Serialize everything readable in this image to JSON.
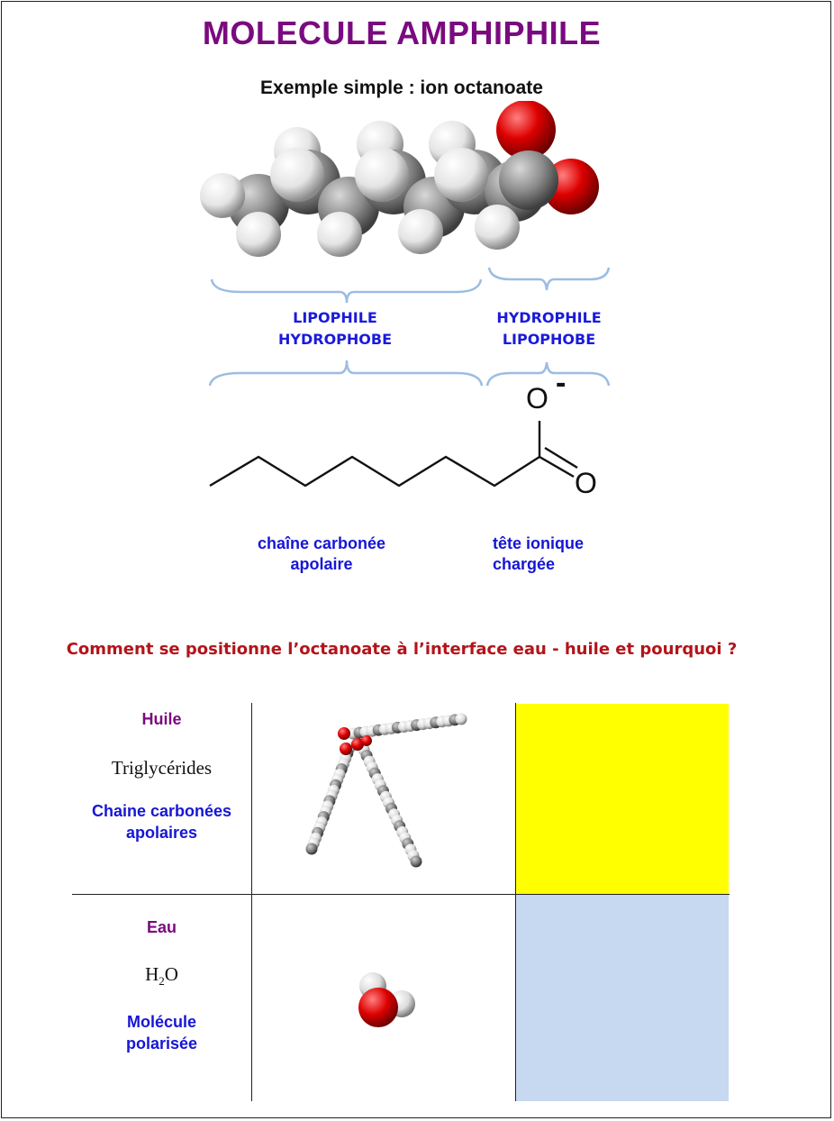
{
  "title": "MOLECULE AMPHIPHILE",
  "subtitle": "Exemple  simple : ion octanoate",
  "regions": {
    "tail_label_line1": "LIPOPHILE",
    "tail_label_line2": "HYDROPHOBE",
    "head_label_line1": "HYDROPHILE",
    "head_label_line2": "LIPOPHOBE"
  },
  "skeletal": {
    "oxygen_top": "O",
    "charge": "-",
    "oxygen_right": "O",
    "chain_label_line1": "chaîne carbonée",
    "chain_label_line2": "apolaire",
    "head_label_line1": "tête ionique",
    "head_label_line2": "chargée"
  },
  "question": "Comment se positionne l’octanoate à l’interface eau - huile et pourquoi ?",
  "table": {
    "oil": {
      "title": "Huile",
      "formula": "Triglycérides",
      "desc_line1": "Chaine carbonées",
      "desc_line2": "apolaires",
      "color": "#ffff00"
    },
    "water": {
      "title": "Eau",
      "formula_main": "H",
      "formula_sub": "2",
      "formula_end": "O",
      "desc_line1": "Molécule",
      "desc_line2": "polarisée",
      "color": "#c6d9f1"
    }
  },
  "colors": {
    "title": "#7a0a7f",
    "blue_text": "#1616d6",
    "question": "#b3141a",
    "brace": "#9bbde3"
  }
}
